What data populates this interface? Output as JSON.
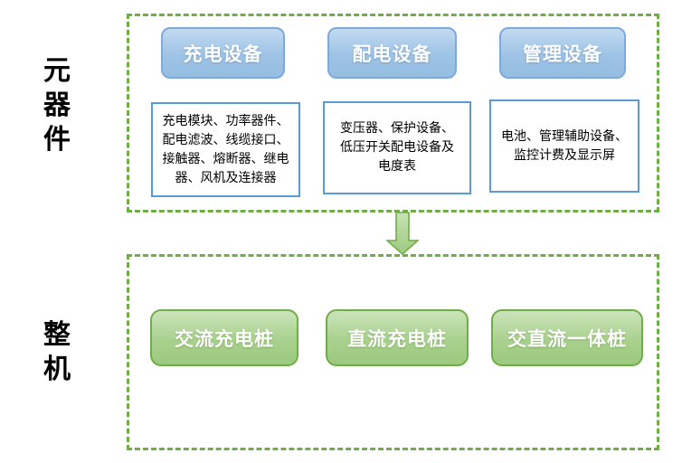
{
  "diagram": {
    "components_section": {
      "label": "元器件",
      "groups": [
        {
          "title": "充电设备",
          "detail": "充电模块、功率器件、配电滤波、线缆接口、接触器、熔断器、继电器、风机及连接器"
        },
        {
          "title": "配电设备",
          "detail": "变压器、保护设备、低压开关配电设备及电度表"
        },
        {
          "title": "管理设备",
          "detail": "电池、管理辅助设备、监控计费及显示屏"
        }
      ]
    },
    "arrow": {
      "direction": "down"
    },
    "machines_section": {
      "label": "整机",
      "items": [
        {
          "title": "交流充电桩"
        },
        {
          "title": "直流充电桩"
        },
        {
          "title": "交直流一体桩"
        }
      ]
    },
    "colors": {
      "section_border_green": "#70AD47",
      "component_node_fill": "#9DC3E6",
      "component_node_border": "#7FA8DB",
      "detail_box_border": "#5B9BD5",
      "machine_node_fill": "#A9D18E",
      "machine_node_border": "#70AD47",
      "arrow_fill": "#A9D18E",
      "text_on_node": "#FFFFFF"
    }
  }
}
